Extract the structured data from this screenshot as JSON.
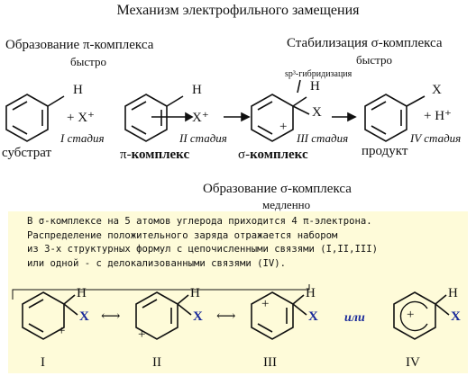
{
  "title": "Механизм электрофильного замещения",
  "top": {
    "pi_complex_formation": "Образование π-комплекса",
    "pi_speed": "быстро",
    "sigma_stabilization": "Стабилизация σ-комплекса",
    "sigma_stab_speed": "быстро",
    "sp3_label": "sp³-гибридизация"
  },
  "row1": {
    "substrate": "субстрат",
    "pi_complex": "π-комплекс",
    "sigma_complex_prefix": "σ-",
    "sigma_complex_word": "комплекс",
    "product": "продукт",
    "plus_electrophile": "+ X⁺",
    "plus_electrophile_2": "X⁺",
    "plus_proton": "+ H⁺",
    "stage1": "I стадия",
    "stage2": "II стадия",
    "stage3": "III стадия",
    "stage4": "IV стадия",
    "H": "H",
    "X": "X",
    "plus": "+"
  },
  "middle": {
    "sigma_formation": "Образование σ-комплекса",
    "sigma_speed": "медленно"
  },
  "note": {
    "line1": "В σ-комплексе на 5 атомов углерода приходится 4 π-электрона.",
    "line2": "Распределение положительного заряда отражается набором",
    "line3": "из 3-х структурных формул с цепочисленными связями (I,II,III)",
    "line4": "или одной - с делокализованными связями (IV)."
  },
  "row2": {
    "labels": [
      "I",
      "II",
      "III",
      "IV"
    ],
    "or": "или",
    "H": "H",
    "X": "X",
    "plus": "+",
    "arrow": "⟷"
  }
}
